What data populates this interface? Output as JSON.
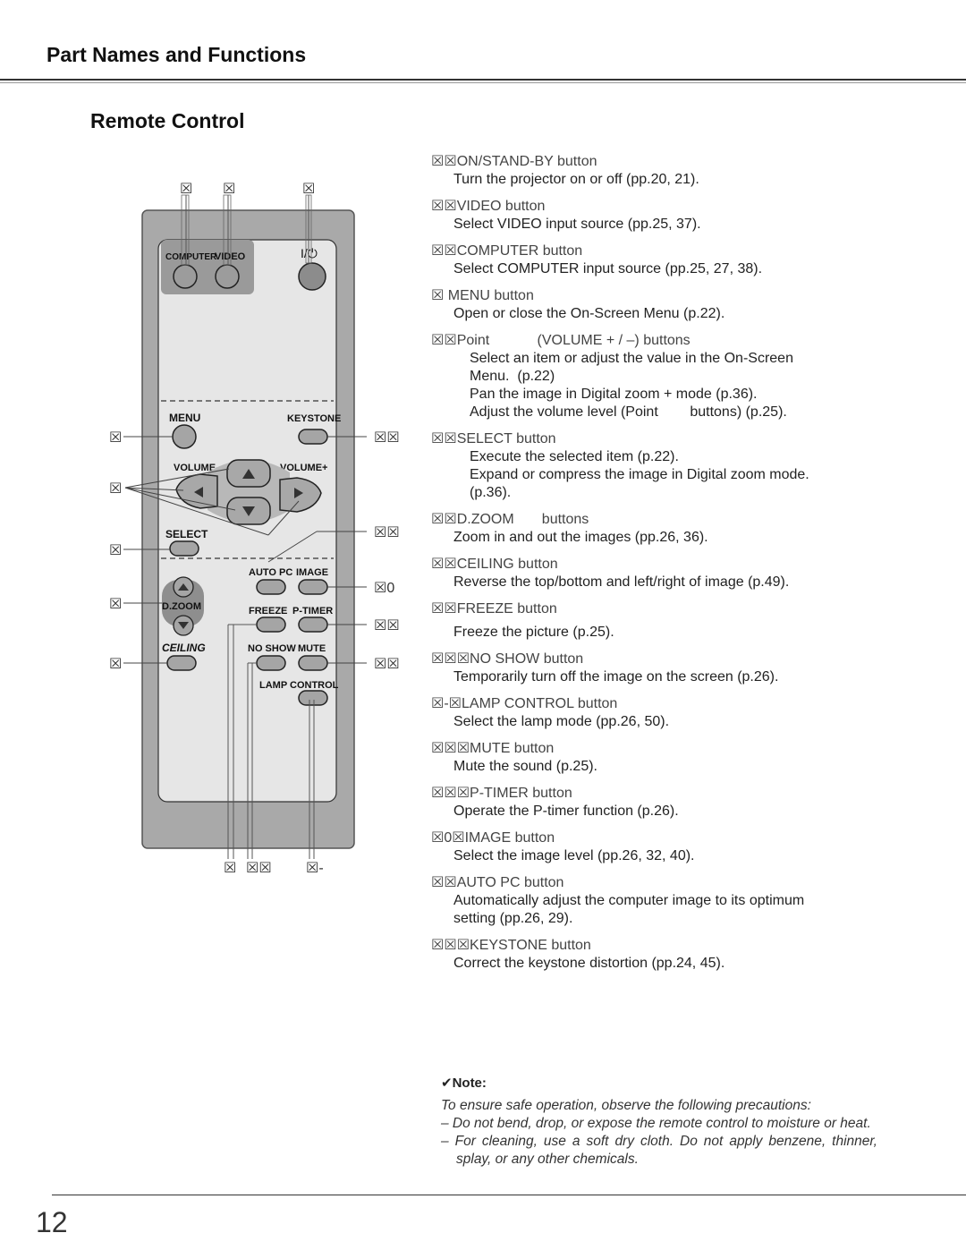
{
  "header": {
    "section_title": "Part Names and Functions",
    "sub_title": "Remote Control"
  },
  "remote": {
    "labels": {
      "computer": "COMPUTER",
      "video": "VIDEO",
      "power": "I/⏻",
      "menu": "MENU",
      "keystone": "KEYSTONE",
      "volume_minus": "VOLUME-",
      "volume_plus": "VOLUME+",
      "select": "SELECT",
      "autopc": "AUTO PC",
      "image": "IMAGE",
      "dzoom": "D.ZOOM",
      "freeze": "FREEZE",
      "ptimer": "P-TIMER",
      "ceiling": "CEILING",
      "noshow": "NO SHOW",
      "mute": "MUTE",
      "lamp": "LAMP CONTROL"
    },
    "callouts": {
      "top_computer": "☒",
      "top_video": "☒",
      "top_power": "☒",
      "menu": "☒",
      "arrows": "☒",
      "select": "☒",
      "dzoom": "☒",
      "ceiling": "☒",
      "keystone": "☒☒",
      "select_r": "☒☒",
      "image": "☒0",
      "ptimer": "☒☒",
      "mute": "☒☒",
      "bottom_a": "☒",
      "bottom_b": "☒☒",
      "bottom_c": "☒-"
    }
  },
  "items": [
    {
      "num": "☒☒",
      "name": "ON/STAND-BY button",
      "lines": [
        "Turn the projector on or off (pp.20, 21)."
      ]
    },
    {
      "num": "☒☒",
      "name": "VIDEO button",
      "lines": [
        "Select VIDEO input source (pp.25, 37)."
      ]
    },
    {
      "num": "☒☒",
      "name": "COMPUTER button",
      "lines": [
        "Select COMPUTER input source (pp.25, 27, 38)."
      ]
    },
    {
      "num": "☒ ",
      "name": "MENU button",
      "lines": [
        "Open or close the On-Screen Menu (p.22)."
      ]
    },
    {
      "num": "☒☒",
      "name": "Point            (VOLUME + / –) buttons",
      "indent": true,
      "lines": [
        "Select an item or adjust the value in the On-Screen",
        "Menu.  (p.22)",
        "Pan the image in Digital zoom + mode (p.36).",
        "Adjust the volume level (Point        buttons) (p.25)."
      ]
    },
    {
      "num": "☒☒",
      "name": "SELECT button",
      "indent": true,
      "lines": [
        "Execute the selected item (p.22).",
        "Expand or compress the image in Digital zoom mode.",
        "(p.36)."
      ]
    },
    {
      "num": "☒☒",
      "name": "D.ZOOM       buttons",
      "lines": [
        "Zoom in and out the images (pp.26, 36)."
      ]
    },
    {
      "num": "☒☒",
      "name": "CEILING button",
      "lines": [
        "Reverse the top/bottom and left/right of image (p.49)."
      ]
    },
    {
      "num": "☒☒",
      "name": "FREEZE button",
      "lines": [
        "",
        "Freeze the picture (p.25)."
      ]
    },
    {
      "num": "☒☒☒",
      "name": "NO SHOW button",
      "lines": [
        "Temporarily turn off the image on the screen (p.26)."
      ]
    },
    {
      "num": "☒-☒",
      "name": "LAMP CONTROL button",
      "lines": [
        "Select the lamp mode (pp.26, 50)."
      ]
    },
    {
      "num": "☒☒☒",
      "name": "MUTE button",
      "lines": [
        "Mute the sound (p.25)."
      ]
    },
    {
      "num": "☒☒☒",
      "name": "P-TIMER button",
      "lines": [
        "Operate the P-timer function (p.26)."
      ]
    },
    {
      "num": "☒0☒",
      "name": "IMAGE button",
      "lines": [
        "Select the image level (pp.26, 32, 40)."
      ]
    },
    {
      "num": "☒☒",
      "name": "AUTO PC button",
      "lines": [
        "Automatically adjust the computer image to its optimum",
        "setting (pp.26, 29)."
      ]
    },
    {
      "num": "☒☒☒",
      "name": "KEYSTONE button",
      "lines": [
        "Correct the keystone distortion (pp.24, 45)."
      ]
    }
  ],
  "note": {
    "title": "✔Note:",
    "intro": "To ensure safe operation, observe the following precautions:",
    "bullets": [
      "–  Do not bend, drop, or expose the remote control to moisture or heat.",
      "–  For cleaning, use a soft dry cloth. Do not apply benzene, thinner, splay, or any other chemicals."
    ]
  },
  "page_number": "12"
}
